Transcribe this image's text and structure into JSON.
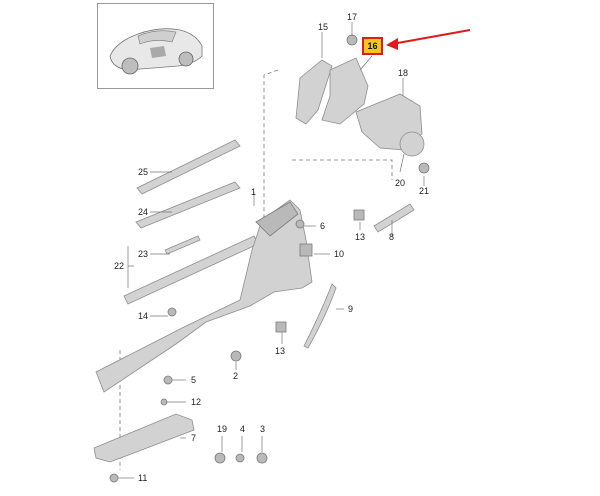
{
  "callouts": {
    "c1": "1",
    "c2": "2",
    "c3": "3",
    "c4": "4",
    "c5": "5",
    "c6": "6",
    "c7": "7",
    "c8": "8",
    "c9": "9",
    "c10": "10",
    "c11": "11",
    "c12": "12",
    "c13a": "13",
    "c13b": "13",
    "c14": "14",
    "c15": "15",
    "c16": "16",
    "c17": "17",
    "c18": "18",
    "c19": "19",
    "c20": "20",
    "c21": "21",
    "c22": "22",
    "c23": "23",
    "c24": "24",
    "c25": "25"
  },
  "highlight": {
    "part": "16",
    "box_color": "#f3c81c",
    "border_color": "#e01b1b",
    "arrow_color": "#e01b1b"
  }
}
